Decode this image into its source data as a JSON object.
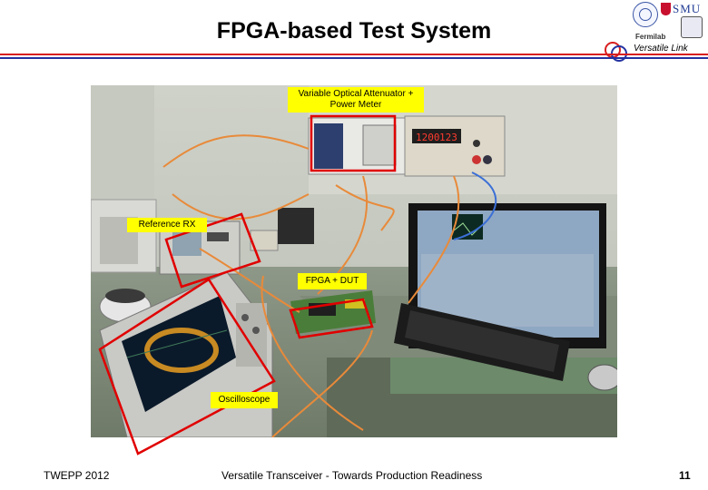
{
  "slide": {
    "title": "FPGA-based Test System",
    "project_label": "Versatile Link",
    "smu_logo_text": "SMU",
    "fermilab_logo_text": "Fermilab"
  },
  "photo": {
    "callouts": [
      {
        "id": "voa",
        "text": "Variable Optical Attenuator + Power Meter"
      },
      {
        "id": "ref",
        "text": "Reference RX"
      },
      {
        "id": "fpga",
        "text": "FPGA + DUT"
      },
      {
        "id": "osc",
        "text": "Oscilloscope"
      }
    ],
    "instrument_readouts": [
      "1200",
      "123"
    ]
  },
  "footer": {
    "left": "TWEPP 2012",
    "center": "Versatile Transceiver - Towards Production Readiness",
    "page_number": "11"
  },
  "colors": {
    "rule_red": "#d81e1e",
    "rule_blue": "#2432a0",
    "highlight_red": "#e00000",
    "callout_yellow": "#ffff00"
  }
}
